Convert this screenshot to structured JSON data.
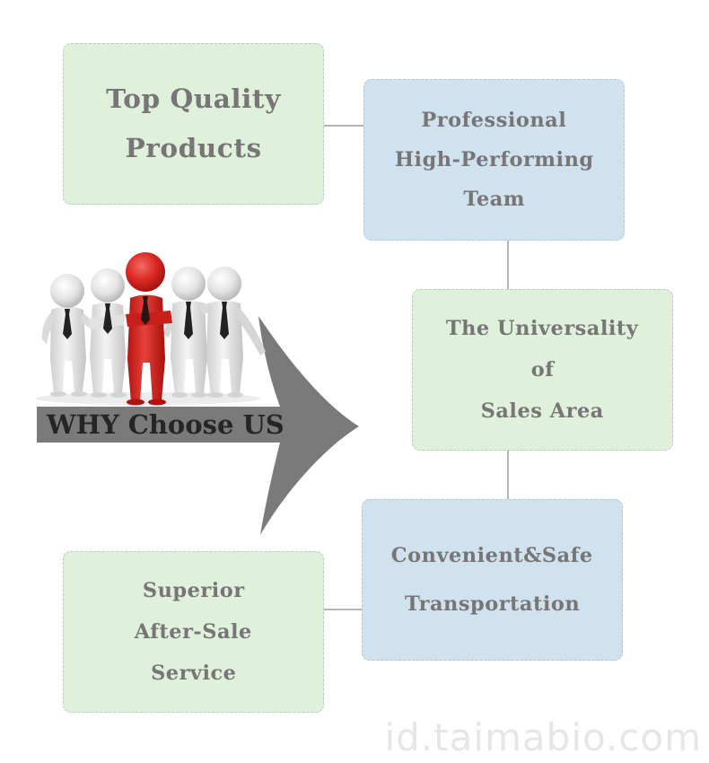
{
  "diagram": {
    "title": "WHY Choose US",
    "colors": {
      "green_box": "#dff0db",
      "blue_box": "#cfe2ee",
      "box_text": "#777576",
      "arrow": "#7a7a7a",
      "arrow_text": "#272426",
      "connector": "#b5b5b5",
      "highlight_figure": "#d8221f",
      "figure": "#e8e8e8"
    },
    "boxes": [
      {
        "id": "top-quality-products",
        "color": "green",
        "lines": [
          "Top Quality",
          "Products"
        ]
      },
      {
        "id": "professional-team",
        "color": "blue",
        "lines": [
          "Professional",
          "High-Performing",
          "Team"
        ]
      },
      {
        "id": "universality-sales-area",
        "color": "green",
        "lines": [
          "The Universality",
          "of",
          "Sales Area"
        ]
      },
      {
        "id": "convenient-safe-transportation",
        "color": "blue",
        "lines": [
          "Convenient&Safe",
          "Transportation"
        ]
      },
      {
        "id": "superior-after-sale-service",
        "color": "green",
        "lines": [
          "Superior",
          "After-Sale",
          "Service"
        ]
      }
    ],
    "connections": [
      [
        "top-quality-products",
        "professional-team"
      ],
      [
        "professional-team",
        "universality-sales-area"
      ],
      [
        "universality-sales-area",
        "convenient-safe-transportation"
      ],
      [
        "convenient-safe-transportation",
        "superior-after-sale-service"
      ]
    ],
    "illustration": {
      "description": "team of five 3D figures with ties, center figure highlighted red",
      "figure_count": 5,
      "highlighted_index": 2
    }
  },
  "watermark": "id.taimabio.com"
}
